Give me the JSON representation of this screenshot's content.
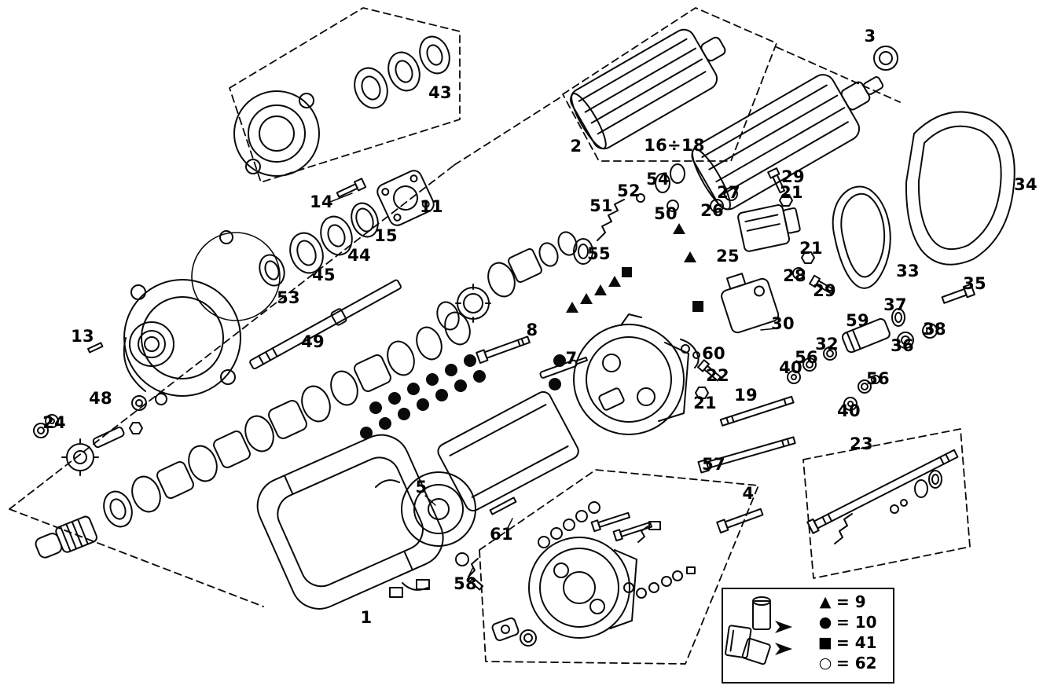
{
  "diagram": {
    "type": "exploded-parts-diagram",
    "subject": "starter-motor and alternator exploded view",
    "colors": {
      "ink": "#000000",
      "background": "#ffffff"
    }
  },
  "labels": [
    "43",
    "3",
    "2",
    "16÷18",
    "54",
    "52",
    "29",
    "21",
    "27",
    "26",
    "51",
    "50",
    "14",
    "11",
    "15",
    "44",
    "45",
    "25",
    "21",
    "34",
    "55",
    "28",
    "29",
    "33",
    "53",
    "35",
    "37",
    "38",
    "59",
    "36",
    "13",
    "49",
    "8",
    "7",
    "30",
    "32",
    "60",
    "56",
    "22",
    "40",
    "56",
    "48",
    "21",
    "19",
    "24",
    "40",
    "23",
    "57",
    "5",
    "4",
    "61",
    "58",
    "1"
  ],
  "legend": {
    "entries": [
      {
        "symbol": "▲",
        "label": "= 9"
      },
      {
        "symbol": "●",
        "label": "= 10"
      },
      {
        "symbol": "■",
        "label": "= 41"
      },
      {
        "symbol": "○",
        "label": "= 62"
      }
    ]
  }
}
